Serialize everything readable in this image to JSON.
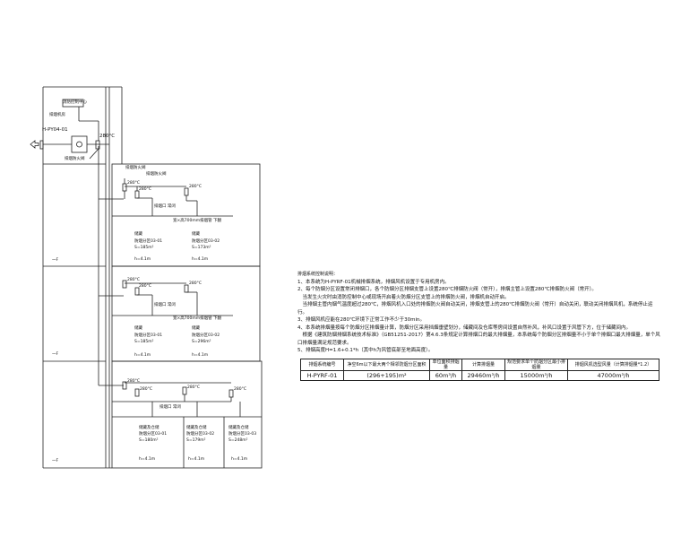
{
  "system": {
    "fan_tag": "H-PY04-01",
    "control_box": "消防控制中心",
    "fan_room": "排烟机房",
    "fire_damper_label": "排烟防火阀",
    "outlet_label": "排烟口",
    "damper_temp": "280°C"
  },
  "floors": [
    {
      "label": "一F",
      "duct_note": "排烟口\n常闭",
      "duct_size": "宽×高700mm排烟管 下翻",
      "zones": [
        {
          "name": "储藏",
          "id": "防烟分区03-01",
          "area": "S=185m²",
          "height": "h=4.1m"
        },
        {
          "name": "储藏",
          "id": "防烟分区03-02",
          "area": "S=173m²",
          "height": "h=4.1m"
        }
      ]
    },
    {
      "label": "一F",
      "duct_note": "排烟口 常闭",
      "duct_size": "宽×高700mm排烟管 下翻",
      "zones": [
        {
          "name": "储藏",
          "id": "防烟分区03-01",
          "area": "S=185m²",
          "height": "h=4.1m"
        },
        {
          "name": "储藏",
          "id": "防烟分区03-02",
          "area": "S=296m²",
          "height": "h=4.1m"
        }
      ]
    },
    {
      "label": "一F",
      "duct_note": "排烟口 常闭",
      "zones": [
        {
          "name": "储藏及仓储",
          "id": "防烟分区03-01",
          "area": "S=180m²",
          "height": "h=4.1m"
        },
        {
          "name": "储藏及仓储",
          "id": "防烟分区03-02",
          "area": "S=179m²",
          "height": "h=4.1m"
        },
        {
          "name": "储藏及仓储",
          "id": "防烟分区03-03",
          "area": "S=248m²",
          "height": "h=4.1m"
        }
      ]
    }
  ],
  "notes": {
    "title": "排烟系统控制说明：",
    "lines": [
      "1、本系统为H-PYRF-01机械排烟系统，排烟风机设置于专用机房内。",
      "2、每个防烟分区设置常闭排烟口，各个防烟分区排烟支管上设置280℃排烟防火阀（常开），排烟主管上设置280℃排烟防火阀（常开）。",
      "　当发生火灾时由消防控制中心或现场开启着火防烟分区支管上的排烟防火阀，排烟机自动开启。",
      "　当排烟主管内烟气温度超过280℃，排烟风机入口处的排烟防火阀自动关闭，排烟支管上的280℃排烟防火阀（常开）自动关闭，联动关闭排烟风机，系统停止运行。",
      "3、排烟风机应能在280℃环境下正常工作不少于30min。",
      "4、本系统排烟量按每个防烟分区排烟量计算，防烟分区采用挡烟垂壁划分，储藏间及仓库等房间设置自然补风，补风口设置于风管下方，位于储藏间内。",
      "　根据《建筑防烟排烟系统技术标准》（GB51251-2017）第4.6.3条规定计算排烟口的最大排烟量，本系统每个防烟分区排烟量不小于单个排烟口最大排烟量，单个风口排烟量满足规范要求。",
      "5、排烟高度H=1.6+0.1*h（其中h为风管底部至地面高度）。"
    ]
  },
  "table": {
    "headers": [
      "排烟系统编号",
      "净空6m以下最大两个相邻防烟分区面积",
      "单位面积排烟量",
      "计算排烟量",
      "规范要求单个防烟分区最小排烟量",
      "排烟风机选型风量（计算排烟量*1.2）"
    ],
    "row": [
      "H-PYRF-01",
      "(296+195)m²",
      "60m³/h",
      "29460m³/h",
      "15000m³/h",
      "47000m³/h"
    ]
  }
}
